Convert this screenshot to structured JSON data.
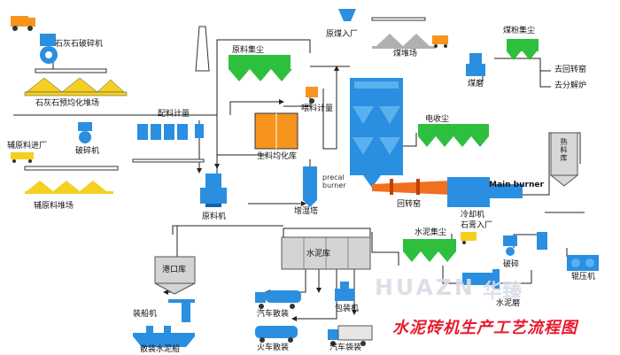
{
  "title": "水泥砖机生产工艺流程图",
  "watermark": {
    "latin": "HUAZN",
    "cjk": "华臻"
  },
  "labels": {
    "limestone_crusher": "石灰石破碎机",
    "limestone_prehomo": "石灰石预均化堆场",
    "aux_material_in": "辅原料进厂",
    "crusher": "破碎机",
    "aux_material_yard": "辅原料堆场",
    "batching_scale": "配料计量",
    "raw_dust": "原料集尘",
    "raw_mill": "原料机",
    "raw_homo_silo": "生料均化库",
    "feed_scale": "喂料计量",
    "precal_burner": "precal\nburner",
    "conditioning_tower": "增湿塔",
    "raw_coal_in": "原煤入厂",
    "coal_yard": "煤堆场",
    "coal_dust": "煤粉集尘",
    "coal_mill": "煤磨",
    "to_kiln": "去回转窑",
    "to_calciner": "去分解炉",
    "esp": "电收尘",
    "main_burner": "Main burner",
    "rotary_kiln": "回转窑",
    "cooler": "冷却机",
    "clinker_silo": "熟料库",
    "gypsum_in": "石膏入厂",
    "cement_dust": "水泥集尘",
    "gypsum_crusher": "破碎",
    "cement_mill": "水泥磨",
    "roller_press": "辊压机",
    "cement_silo": "水泥库",
    "port_silo": "港口库",
    "ship_loader": "装船机",
    "bulk_ship": "散装水泥船",
    "truck_bulk": "汽车散装",
    "packer": "包装机",
    "rail_bulk": "火车散装",
    "truck_bag": "汽车袋装"
  },
  "colors": {
    "equipment_blue": "#2a8fe0",
    "dust_green": "#2fbf3f",
    "kiln_orange": "#f07020",
    "silo_orange": "#f7941d",
    "yard_yellow": "#f5d020",
    "title_red": "#e8192c"
  },
  "icons": [
    "crusher-icon",
    "conveyor-icon",
    "dust-collector-icon",
    "mill-icon",
    "silo-icon",
    "preheater-icon",
    "kiln-icon",
    "cooler-icon",
    "truck-icon",
    "ship-icon",
    "train-icon",
    "chimney-icon"
  ]
}
